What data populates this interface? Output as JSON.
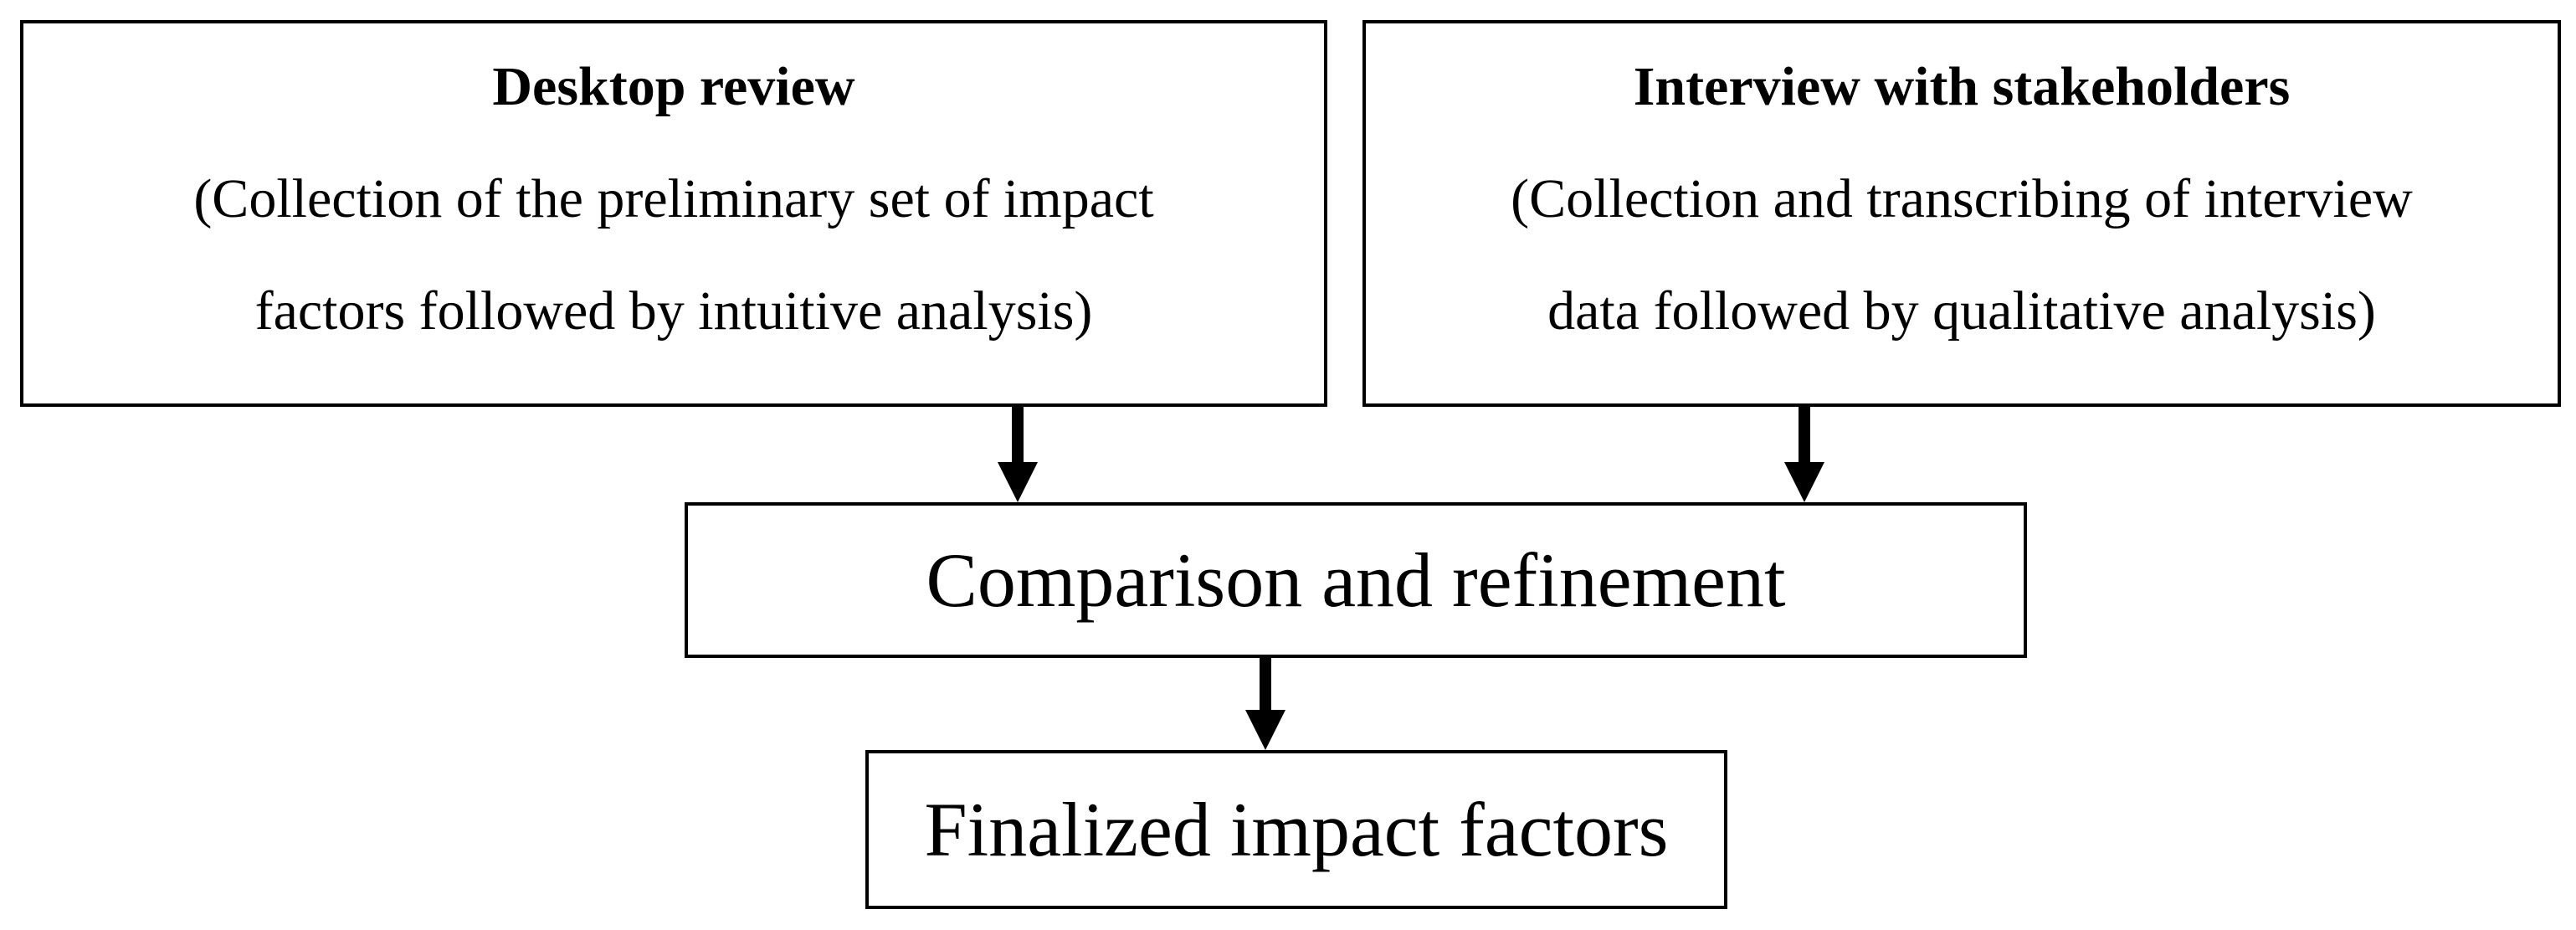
{
  "nodes": {
    "desktop_review": {
      "title": "Desktop review",
      "line1": "(Collection of the preliminary set of impact",
      "line2": "factors followed by intuitive analysis)"
    },
    "interview": {
      "title": "Interview with stakeholders",
      "line1": "(Collection and transcribing of interview",
      "line2": "data followed by qualitative analysis)"
    },
    "comparison": {
      "label": "Comparison and refinement"
    },
    "finalized": {
      "label": "Finalized impact factors"
    }
  },
  "edges": [
    {
      "from": "desktop_review",
      "to": "comparison"
    },
    {
      "from": "interview",
      "to": "comparison"
    },
    {
      "from": "comparison",
      "to": "finalized"
    }
  ]
}
